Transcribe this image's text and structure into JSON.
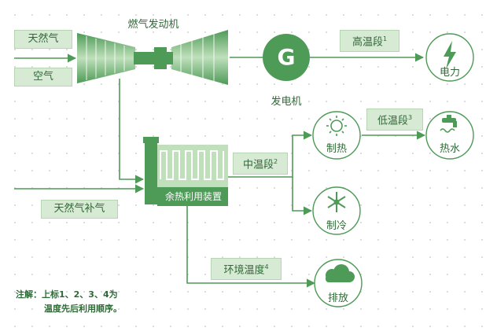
{
  "inputs": {
    "natural_gas": "天然气",
    "air": "空气",
    "supplement_gas": "天然气补气"
  },
  "components": {
    "gas_engine": "燃气发动机",
    "generator": "发电机",
    "generator_symbol": "G",
    "heat_recovery": "余热利用装置"
  },
  "stages": {
    "high": {
      "text": "高温段",
      "sup": "1"
    },
    "mid": {
      "text": "中温段",
      "sup": "2"
    },
    "low": {
      "text": "低温段",
      "sup": "3"
    },
    "ambient": {
      "text": "环境温度",
      "sup": "4"
    }
  },
  "outputs": {
    "electricity": "电力",
    "heating": "制热",
    "hot_water": "热水",
    "cooling": "制冷",
    "exhaust": "排放"
  },
  "note": {
    "line1": "注解：上标1、2、3、4为",
    "line2": "温度先后利用顺序。"
  },
  "colors": {
    "line": "#4e9a57",
    "accent": "#4e9a57",
    "tag_bg": "#d6ead4"
  }
}
